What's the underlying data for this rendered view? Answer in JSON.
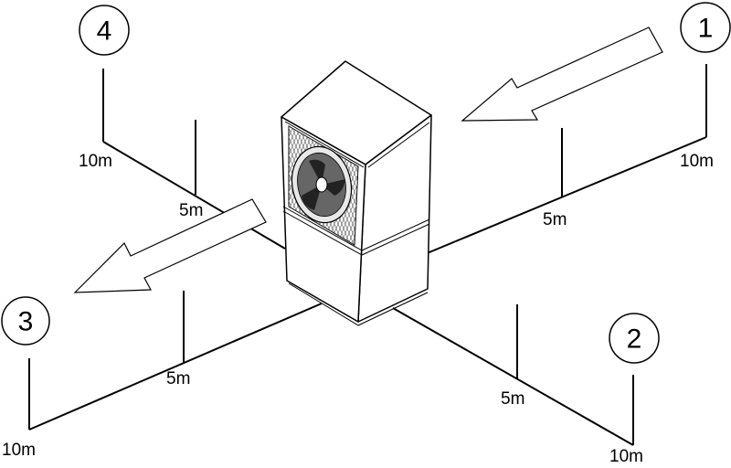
{
  "markers": [
    {
      "number": "1"
    },
    {
      "number": "2"
    },
    {
      "number": "3"
    },
    {
      "number": "4"
    }
  ],
  "distances": {
    "dir1": {
      "near": "5m",
      "far": "10m"
    },
    "dir2": {
      "near": "5m",
      "far": "10m"
    },
    "dir3": {
      "near": "5m",
      "far": "10m"
    },
    "dir4": {
      "near": "5m",
      "far": "10m"
    }
  }
}
